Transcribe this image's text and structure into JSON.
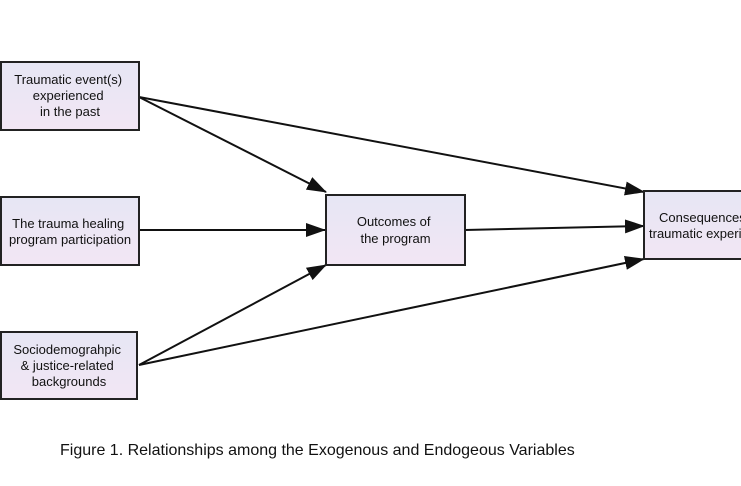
{
  "colors": {
    "box_fill_top": "#e6e6f4",
    "box_fill_bottom": "#f2e6f4",
    "box_stroke": "#222222",
    "arrow": "#111111"
  },
  "nodes": {
    "traumatic_events": {
      "lines": [
        "Traumatic event(s)",
        "experienced",
        "in the past"
      ]
    },
    "program_participation": {
      "lines": [
        "The trauma healing",
        "program participation"
      ]
    },
    "sociodemographic": {
      "lines": [
        "Sociodemograhpic",
        "& justice-related",
        "backgrounds"
      ]
    },
    "outcomes": {
      "lines": [
        "Outcomes of",
        "the program"
      ]
    },
    "consequences": {
      "lines": [
        "Consequences of",
        "traumatic experiences"
      ]
    }
  },
  "edges": [
    {
      "from": "traumatic_events",
      "to": "outcomes"
    },
    {
      "from": "traumatic_events",
      "to": "consequences"
    },
    {
      "from": "program_participation",
      "to": "outcomes"
    },
    {
      "from": "sociodemographic",
      "to": "outcomes"
    },
    {
      "from": "sociodemographic",
      "to": "consequences"
    },
    {
      "from": "outcomes",
      "to": "consequences"
    }
  ],
  "caption": "Figure 1. Relationships among the Exogenous and Endogeous Variables"
}
